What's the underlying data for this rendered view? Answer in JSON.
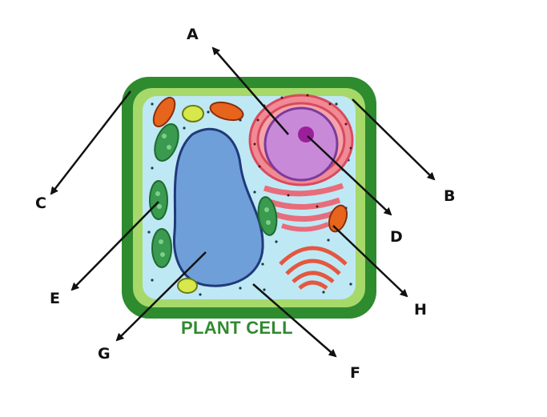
{
  "diagram": {
    "title": "PLANT CELL",
    "labels": {
      "A": "A",
      "B": "B",
      "C": "C",
      "D": "D",
      "E": "E",
      "F": "F",
      "G": "G",
      "H": "H"
    },
    "colors": {
      "cell_wall": "#2e8b2e",
      "cell_membrane": "#a6d96a",
      "cytoplasm": "#bfe8f5",
      "vacuole": "#6f9fd8",
      "nucleus": "#c88ad8",
      "nucleolus": "#9b1f9b",
      "er": "#e86c7a",
      "golgi": "#e3583f",
      "mitochondria": "#e7641c",
      "chloroplast": "#3a9a4f",
      "title": "#2f8a2f"
    }
  }
}
